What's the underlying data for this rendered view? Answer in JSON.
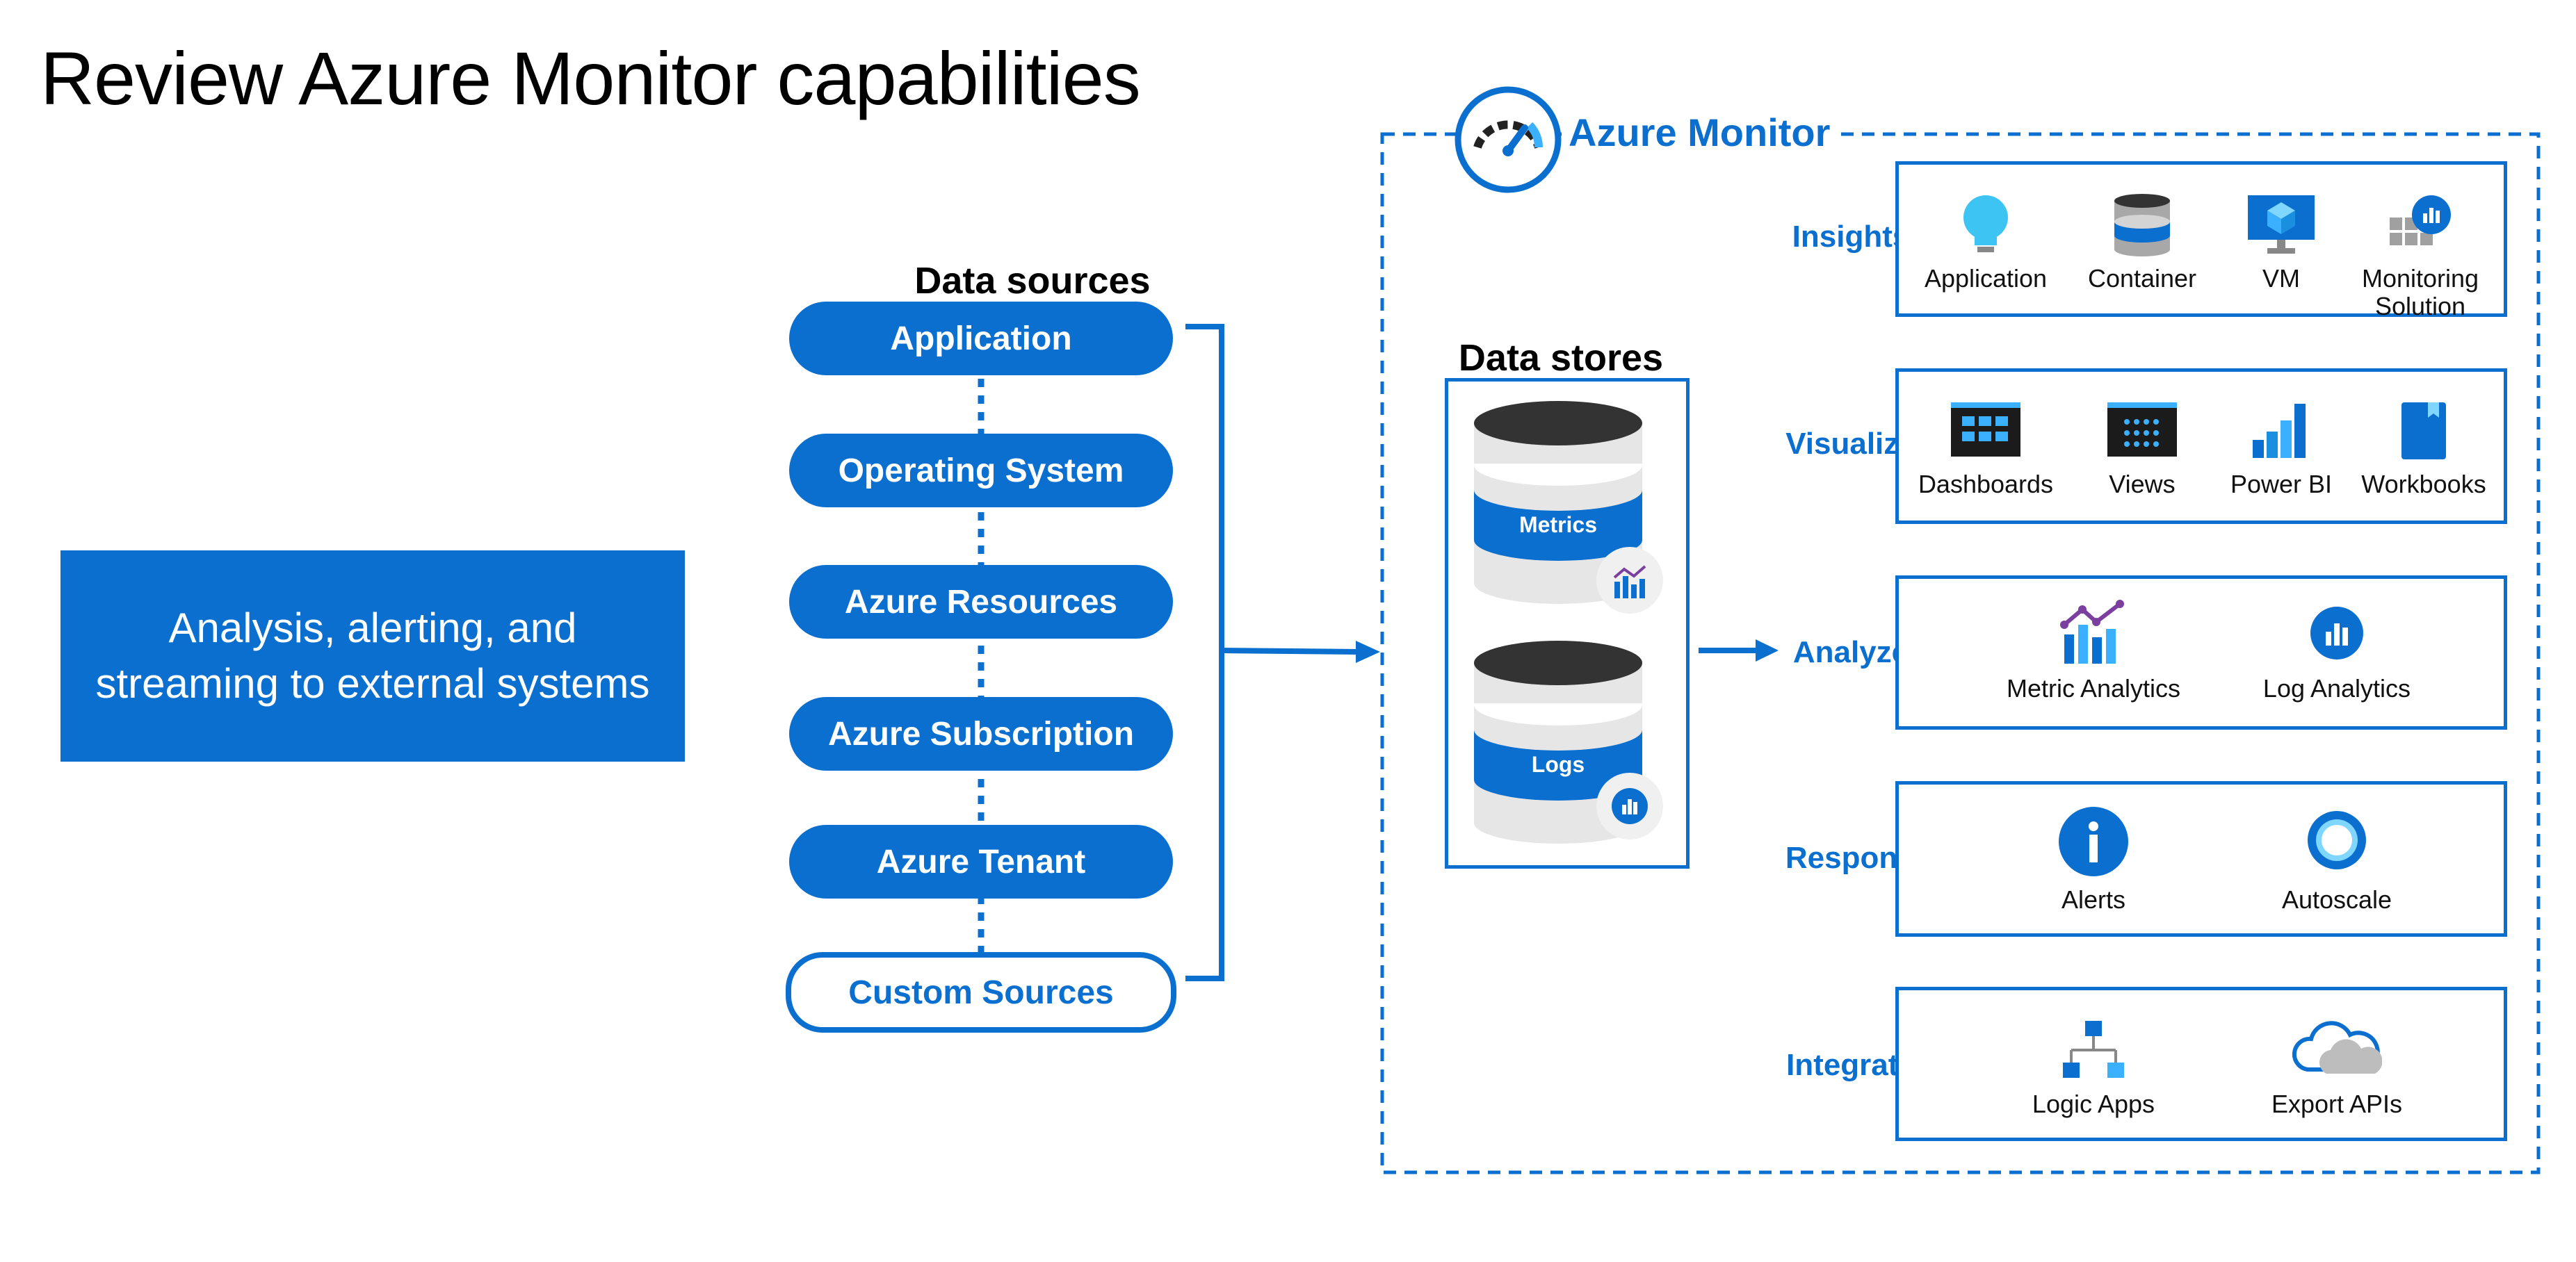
{
  "title": "Review Azure Monitor capabilities",
  "analysis_box": {
    "line1": "Analysis, alerting, and",
    "line2": "streaming to external systems"
  },
  "data_sources": {
    "heading": "Data sources",
    "items": [
      "Application",
      "Operating System",
      "Azure Resources",
      "Azure Subscription",
      "Azure Tenant",
      "Custom Sources"
    ]
  },
  "azure_monitor": {
    "label": "Azure Monitor",
    "icon": "gauge-icon"
  },
  "data_stores": {
    "heading": "Data stores",
    "metrics": "Metrics",
    "logs": "Logs"
  },
  "rows": [
    {
      "label": "Insights",
      "items": [
        "Application",
        "Container",
        "VM",
        "Monitoring",
        "Solution"
      ]
    },
    {
      "label": "Visualize",
      "items": [
        "Dashboards",
        "Views",
        "Power BI",
        "Workbooks"
      ]
    },
    {
      "label": "Analyze",
      "items": [
        "Metric Analytics",
        "Log Analytics"
      ]
    },
    {
      "label": "Respond",
      "items": [
        "Alerts",
        "Autoscale"
      ]
    },
    {
      "label": "Integrate",
      "items": [
        "Logic Apps",
        "Export APIs"
      ]
    }
  ],
  "colors": {
    "accent": "#0b6fd0",
    "db_top": "#333333",
    "db_body": "#e8e8e8"
  }
}
